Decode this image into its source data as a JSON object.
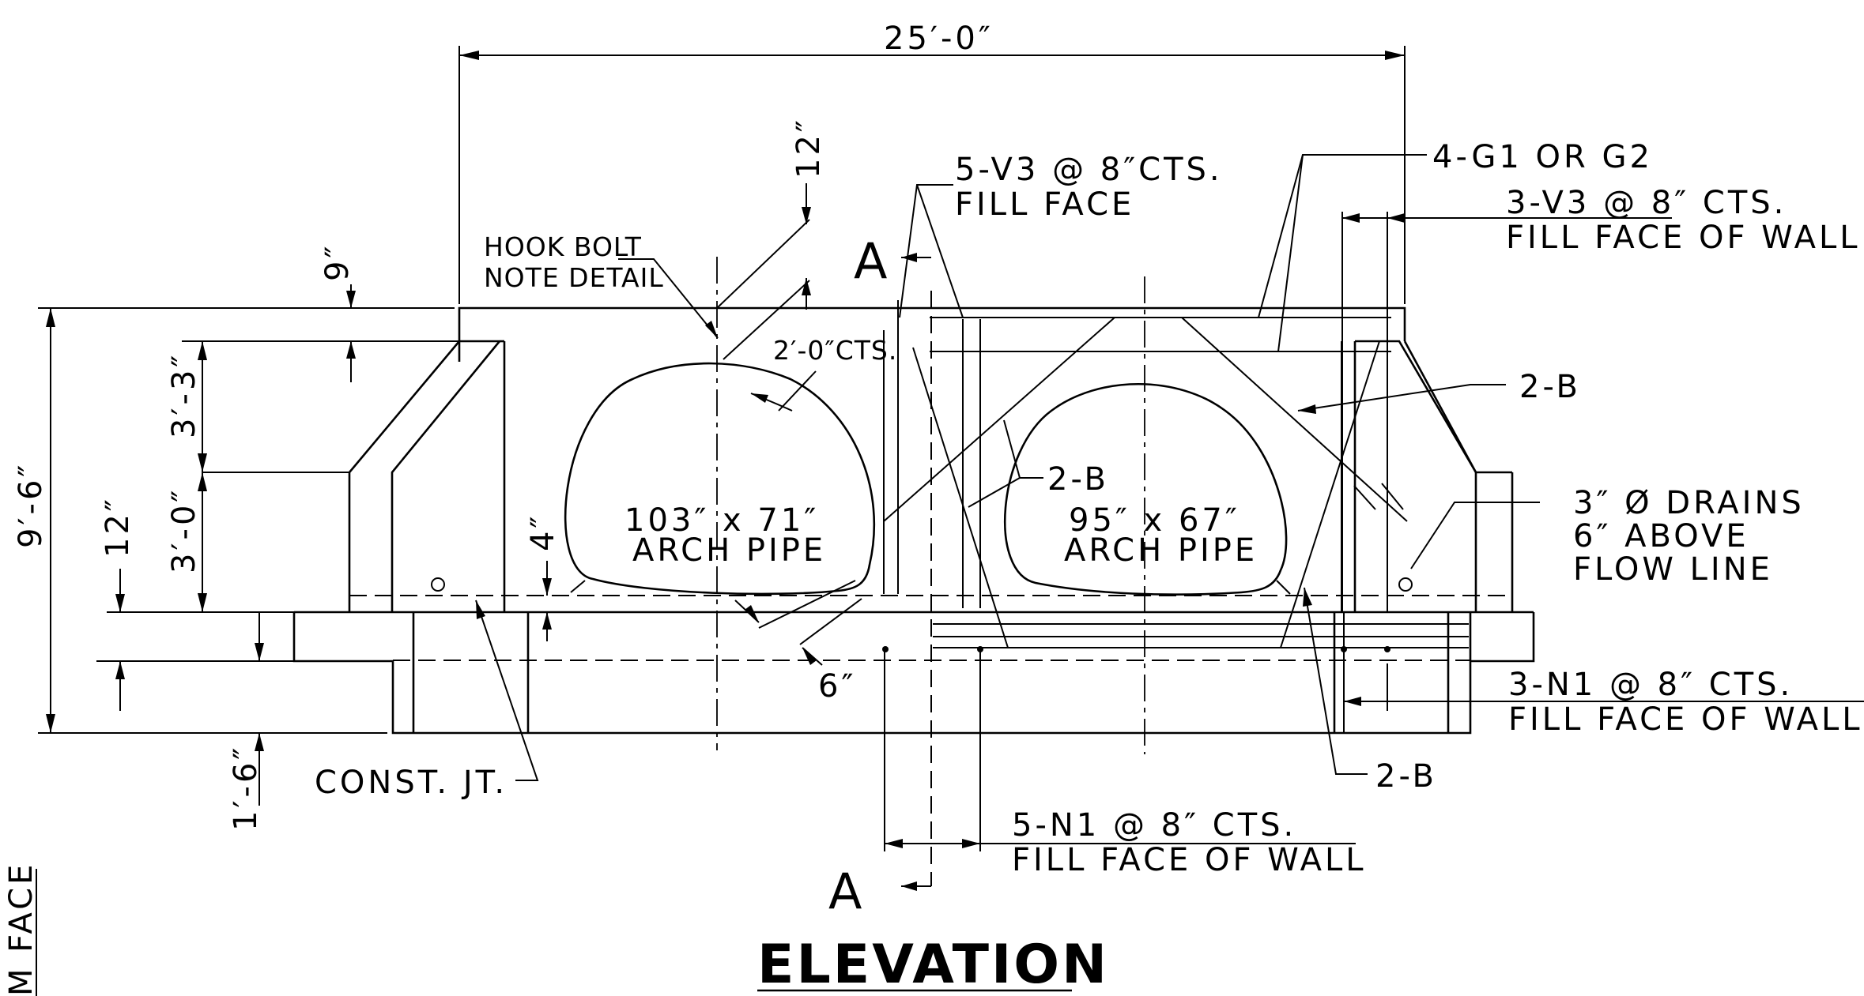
{
  "drawing": {
    "title": "ELEVATION",
    "dimensions": {
      "overall_width": "25′-0″",
      "overall_height": "9′-6″",
      "top_slab": "9″",
      "haunch": "3′-3″",
      "wall_upper": "3′-0″",
      "footing_step": "12″",
      "footing_depth": "1′-6″",
      "bolt_spacing": "12″",
      "invert_offset": "4″",
      "pipe_gap": "6″",
      "hook_spacing": "2′-0″CTS."
    },
    "pipes": [
      {
        "size": "103″ x 71″",
        "type": "ARCH PIPE"
      },
      {
        "size": "95″ x 67″",
        "type": "ARCH PIPE"
      }
    ],
    "callouts": {
      "hook_bolt_1": "HOOK BOLT",
      "hook_bolt_2": "NOTE DETAIL",
      "v3_left_1": "5-V3 @ 8″CTS.",
      "v3_left_2": "FILL FACE",
      "g_bars": "4-G1 OR G2",
      "v3_right_1": "3-V3 @ 8″ CTS.",
      "v3_right_2": "FILL FACE OF WALL",
      "b_right_top": "2-B",
      "b_middle": "2-B",
      "b_bottom": "2-B",
      "drains_1": "3″ Ø DRAINS",
      "drains_2": "6″ ABOVE",
      "drains_3": "FLOW LINE",
      "n1_right_1": "3-N1 @ 8″ CTS.",
      "n1_right_2": "FILL FACE OF WALL",
      "n1_bottom_1": "5-N1 @ 8″ CTS.",
      "n1_bottom_2": "FILL FACE OF WALL",
      "const_joint": "CONST. JT.",
      "section_top": "A",
      "section_bottom": "A",
      "edge_label": "M FACE"
    }
  }
}
